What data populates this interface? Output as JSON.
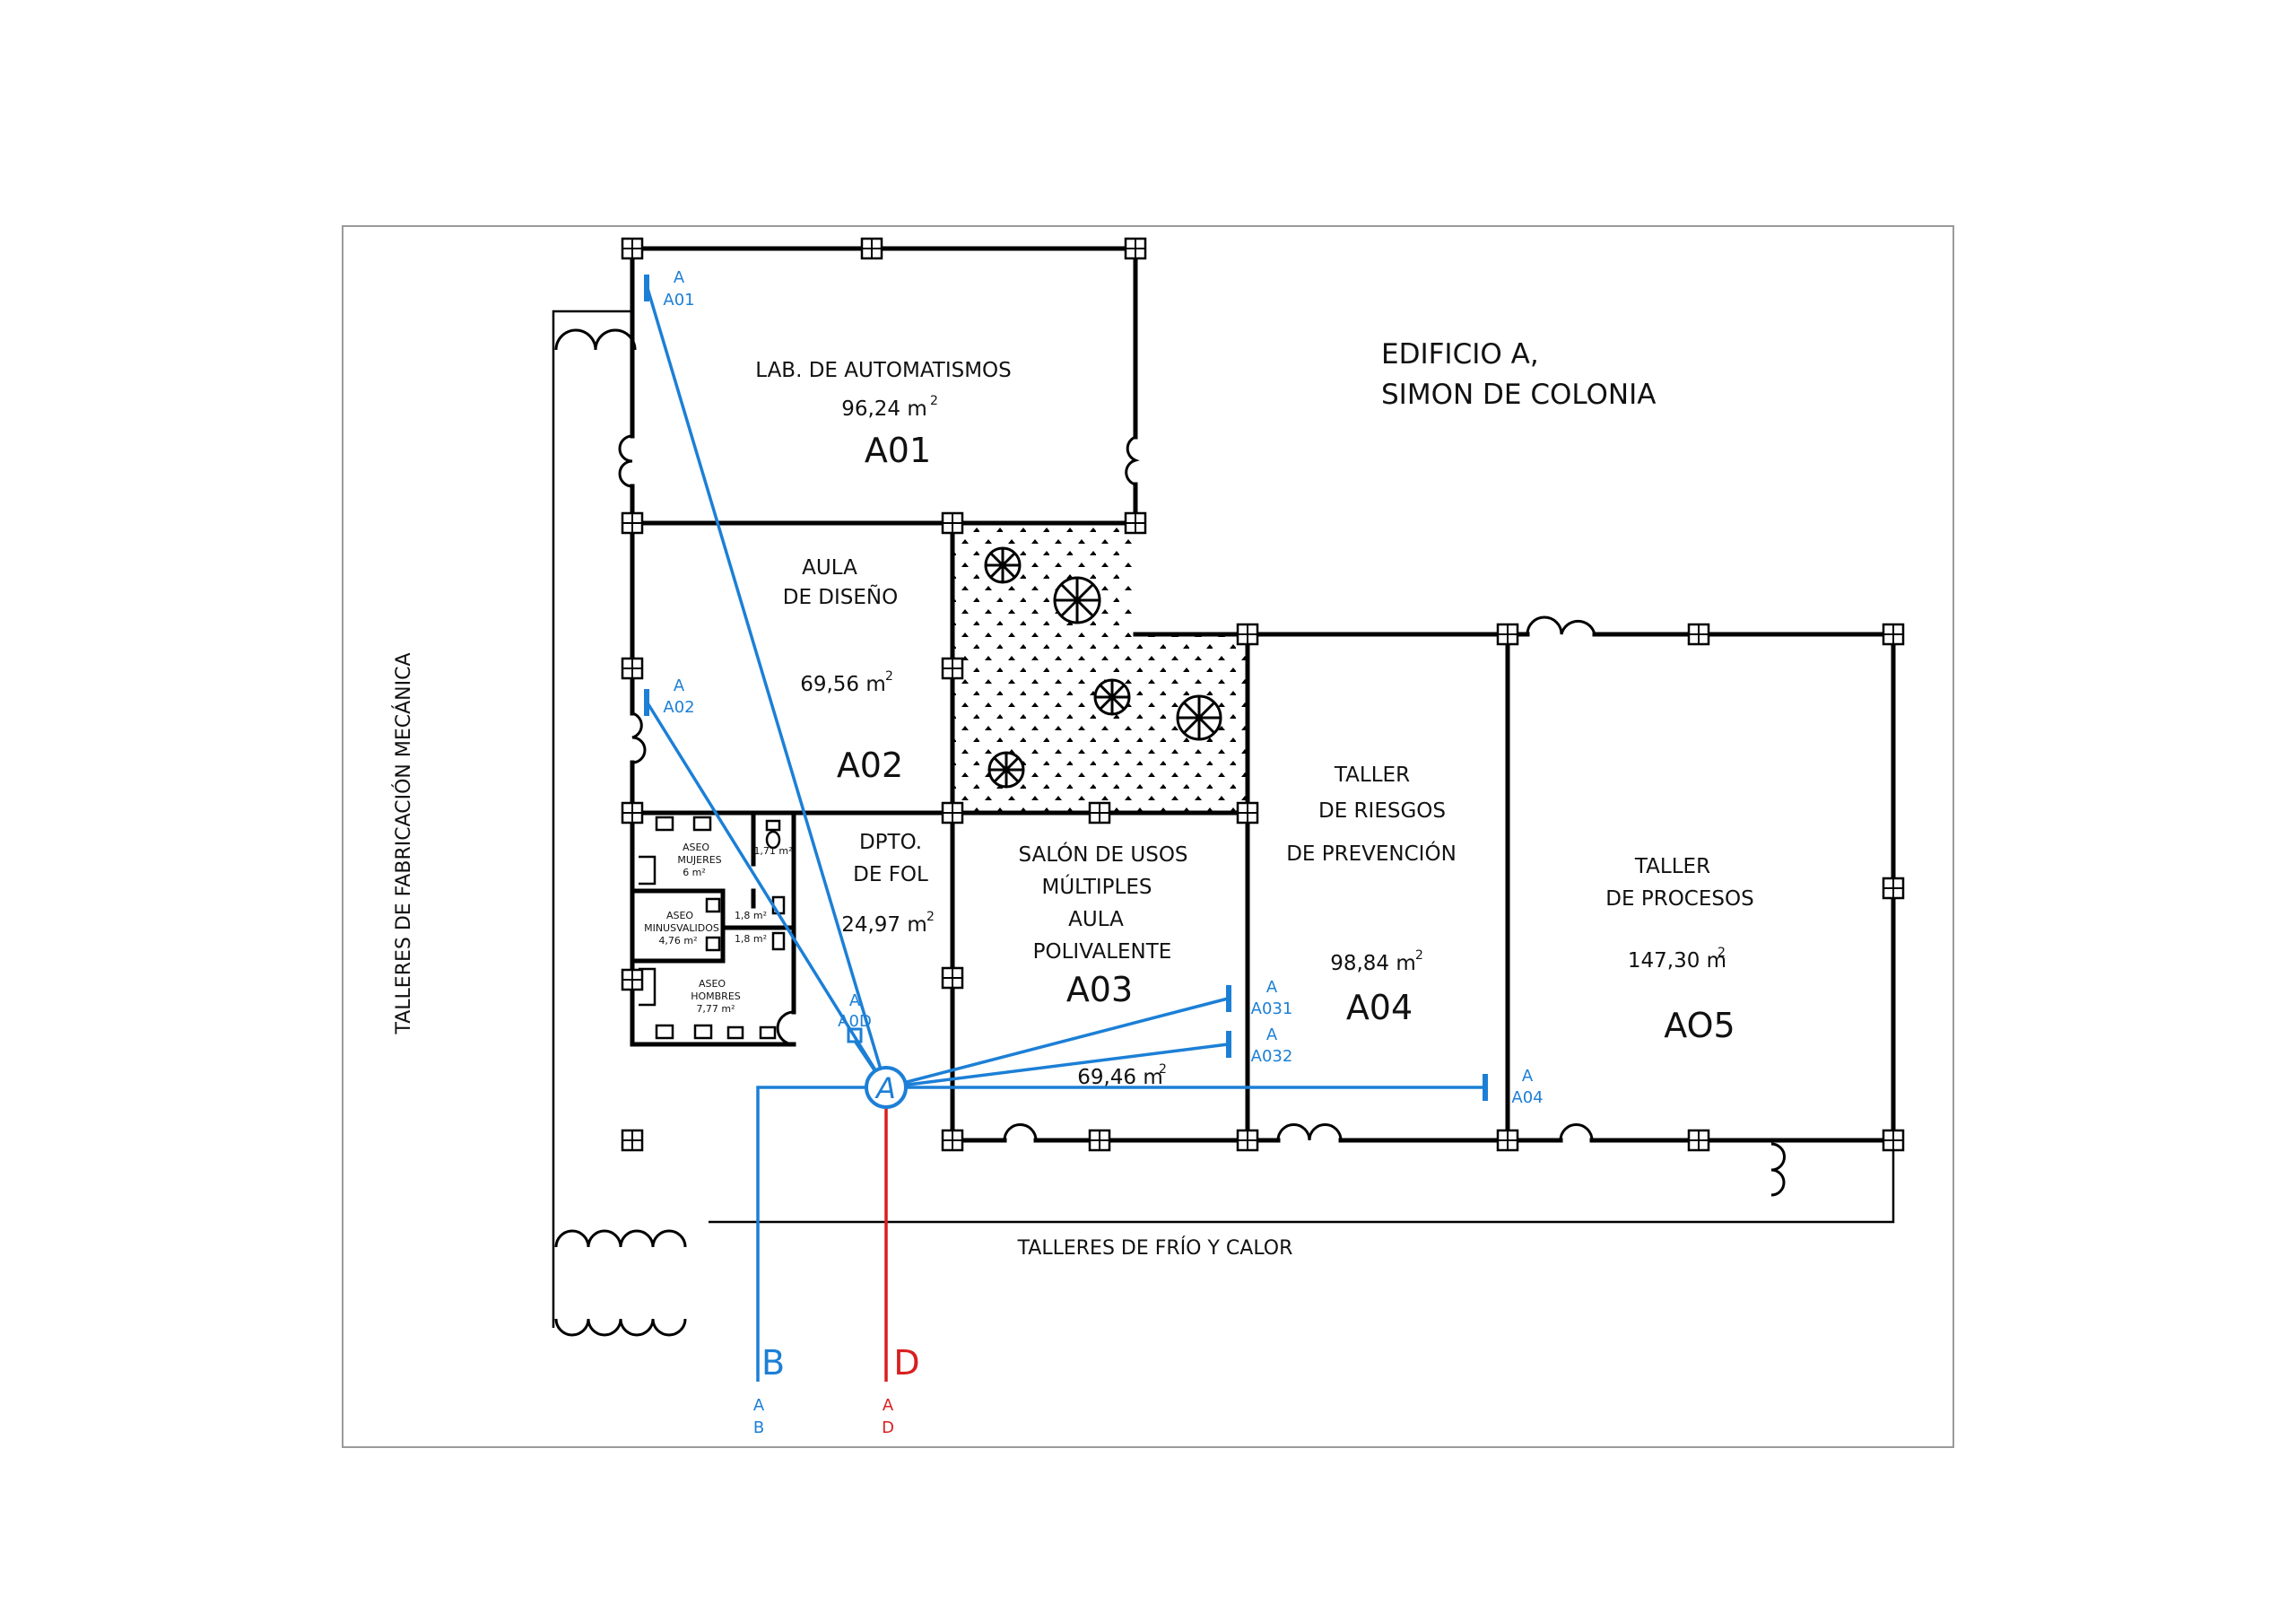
{
  "building": {
    "title_line1": "EDIFICIO A,",
    "title_line2": "SIMON DE COLONIA"
  },
  "surroundings": {
    "left_label": "TALLERES DE FABRICACIÓN MECÁNICA",
    "bottom_label": "TALLERES DE FRÍO Y CALOR"
  },
  "rooms": {
    "a01": {
      "name": "LAB. DE AUTOMATISMOS",
      "area": "96,24 m",
      "code": "A01"
    },
    "a02": {
      "name_line1": "AULA",
      "name_line2": "DE DISEÑO",
      "area": "69,56 m",
      "code": "A02"
    },
    "fol": {
      "name_line1": "DPTO.",
      "name_line2": "DE FOL",
      "area": "24,97 m"
    },
    "a03": {
      "name_line1": "SALÓN DE USOS",
      "name_line2": "MÚLTIPLES",
      "name_line3": "AULA",
      "name_line4": "POLIVALENTE",
      "code": "A03",
      "area": "69,46 m"
    },
    "a04": {
      "name_line1": "TALLER",
      "name_line2": "DE RIESGOS",
      "name_line3": "DE PREVENCIÓN",
      "area": "98,84 m",
      "code": "A04"
    },
    "a05": {
      "name_line1": "TALLER",
      "name_line2": "DE PROCESOS",
      "area": "147,30 m",
      "code": "AO5"
    },
    "aseo_mujeres": {
      "line1": "ASEO",
      "line2": "MUJERES",
      "area": "6 m²"
    },
    "aseo_minusvalidos": {
      "line1": "ASEO",
      "line2": "MINUSVALIDOS",
      "area": "4,76 m²"
    },
    "aseo_hombres": {
      "line1": "ASEO",
      "line2": "HOMBRES",
      "area": "7,77 m²"
    },
    "small1": "1,71 m²",
    "small2": "1,8 m²",
    "small3": "1,8 m²",
    "superscript": "2"
  },
  "network": {
    "hub_label": "A",
    "outlets": [
      {
        "line1": "A",
        "line2": "A01"
      },
      {
        "line1": "A",
        "line2": "A02"
      },
      {
        "line1": "A",
        "line2": "A0D"
      },
      {
        "line1": "A",
        "line2": "A031"
      },
      {
        "line1": "A",
        "line2": "A032"
      },
      {
        "line1": "A",
        "line2": "A04"
      }
    ],
    "out_b": {
      "big": "B",
      "line1": "A",
      "line2": "B"
    },
    "out_d": {
      "big": "D",
      "line1": "A",
      "line2": "D"
    }
  }
}
